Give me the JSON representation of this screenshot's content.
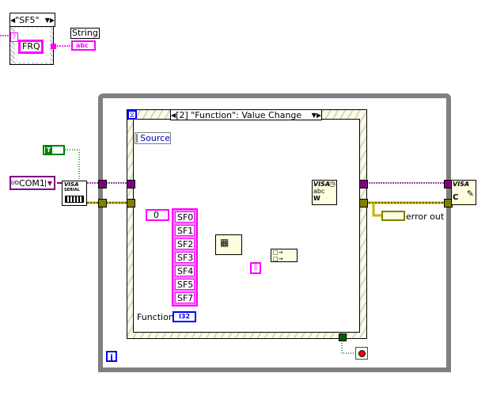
{
  "diagram": {
    "case_structure": {
      "selector_value": "\"SF5\"",
      "constant": "FRQ"
    },
    "string_indicator": {
      "label": "String",
      "terminal": "abc"
    },
    "bool_constant": {
      "text": "T"
    },
    "visa_resource": {
      "value": "COM1",
      "prefix": "I/O"
    },
    "visa_serial": {
      "line1": "VISA",
      "line2": "SERIAL"
    },
    "event_structure": {
      "case_label": "[2] \"Function\": Value Change",
      "event_data_node": "Source"
    },
    "index_constant": "0",
    "string_array": [
      "SF0",
      "SF1",
      "SF2",
      "SF3",
      "SF4",
      "SF5",
      "SF7"
    ],
    "function_control": {
      "label": "Function",
      "type": "I32"
    },
    "visa_write": {
      "line1": "VISA",
      "line2": "abc",
      "line3": "W"
    },
    "visa_close": {
      "line1": "VISA",
      "line2": "C"
    },
    "error_out": {
      "label": "error out"
    },
    "loop_iteration": "i",
    "colors": {
      "visa_wire": "#800080",
      "error_wire": "#c8b400",
      "string_wire": "#ff00ff",
      "numeric_wire": "#0000ff",
      "bool_wire": "#008000",
      "loop_border": "#808080"
    }
  }
}
